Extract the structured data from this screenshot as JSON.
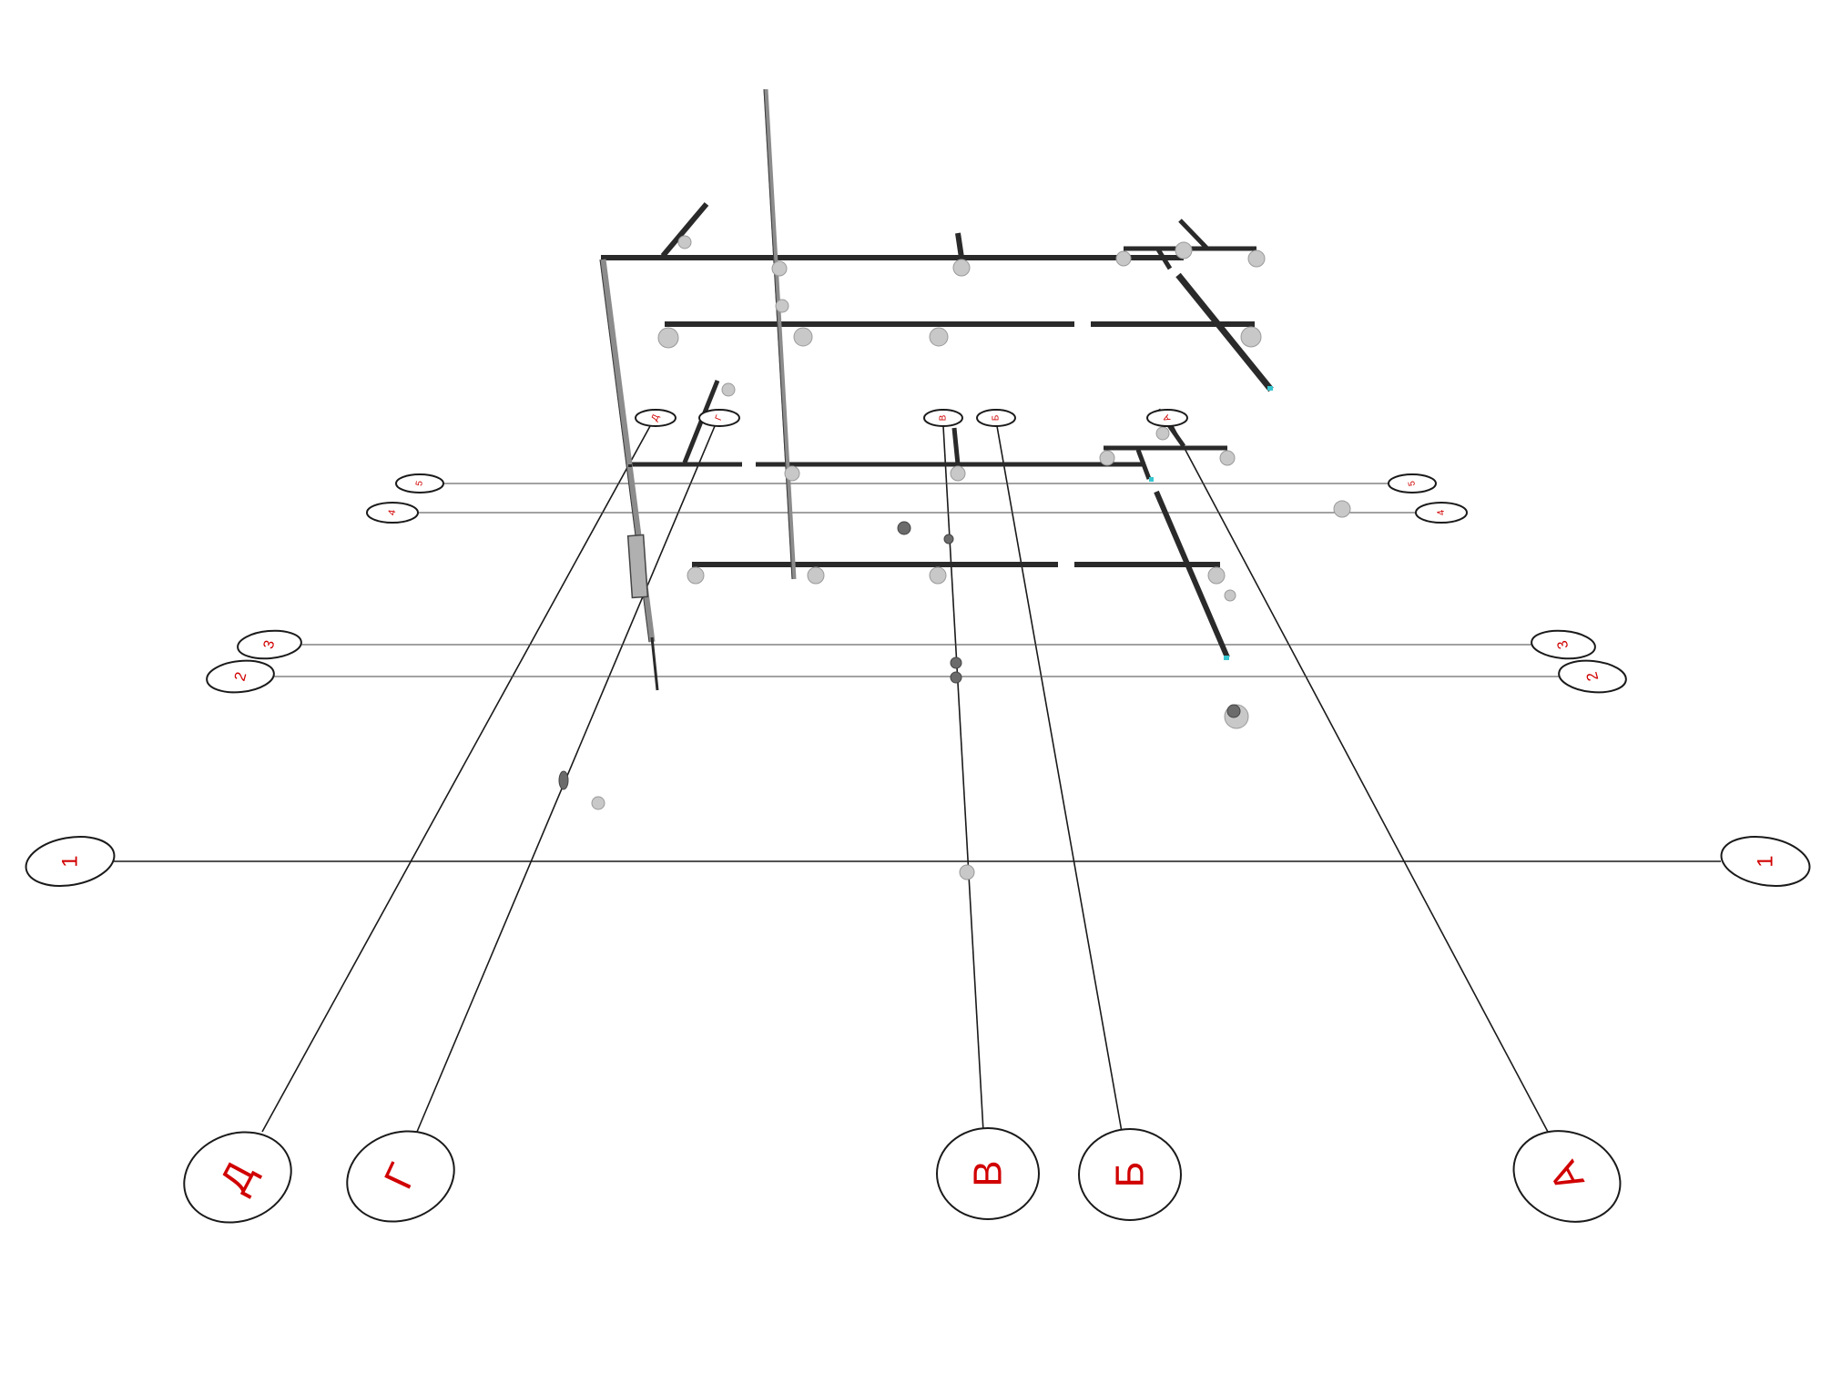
{
  "diagram": {
    "column_axes": [
      {
        "label": "Д"
      },
      {
        "label": "Г"
      },
      {
        "label": "В"
      },
      {
        "label": "Б"
      },
      {
        "label": "А"
      }
    ],
    "row_axes": [
      {
        "label": "1"
      },
      {
        "label": "2"
      },
      {
        "label": "3"
      },
      {
        "label": "4"
      },
      {
        "label": "5"
      }
    ],
    "colors": {
      "axis_label": "#d10000",
      "axis_line": "#1a1a1a",
      "pipe": "#2a2a2a",
      "riser": "#8c8c8c",
      "fixture": "#c8c8c8",
      "pipe_end_cap": "#36c6d0"
    }
  }
}
